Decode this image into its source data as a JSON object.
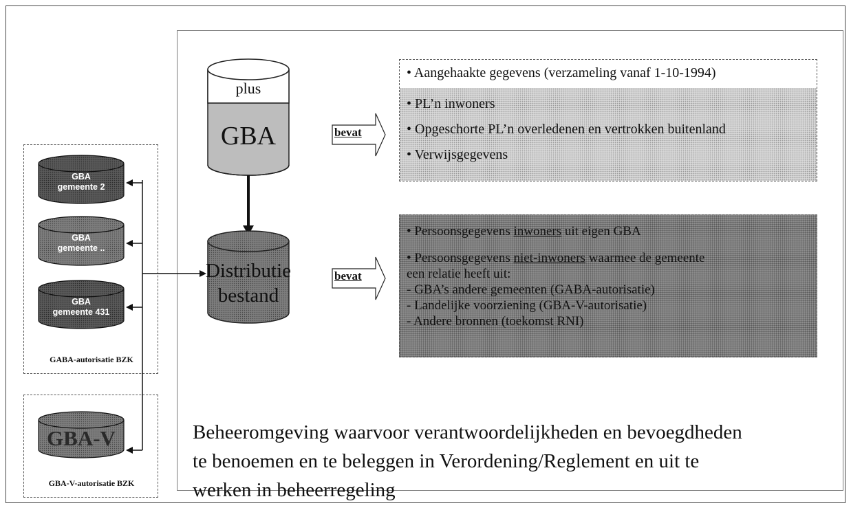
{
  "db_main": {
    "top_label": "plus",
    "main_label": "GBA"
  },
  "db_dist": {
    "line1": "Distributie",
    "line2": "bestand"
  },
  "bevat_label_1": "bevat",
  "bevat_label_2": "bevat",
  "box_top": {
    "header": "• Aangehaakte gegevens (verzameling vanaf 1-10-1994)",
    "items": [
      "• PL’n inwoners",
      "• Opgeschorte PL’n overledenen en vertrokken buitenland",
      "• Verwijsgegevens"
    ]
  },
  "box_bottom": {
    "item1_prefix": "• Persoonsgegevens ",
    "item1_emphasis": "inwoners",
    "item1_suffix": " uit eigen GBA",
    "item2_prefix": "• Persoonsgegevens ",
    "item2_emphasis": "niet-inwoners",
    "item2_suffix": " waarmee de gemeente",
    "item2_line2": "een relatie heeft uit:",
    "subitems": [
      "- GBA’s andere gemeenten (GABA-autorisatie)",
      "- Landelijke voorziening (GBA-V-autorisatie)",
      "- Andere bronnen (toekomst RNI)"
    ]
  },
  "left_dbs": [
    {
      "line1": "GBA",
      "line2": "gemeente 2"
    },
    {
      "line1": "GBA",
      "line2": "gemeente .."
    },
    {
      "line1": "GBA",
      "line2": "gemeente 431"
    }
  ],
  "gaba_caption": "GABA-autorisatie BZK",
  "gbav_label": "GBA-V",
  "gbav_caption": "GBA-V-autorisatie BZK",
  "paragraph": [
    "Beheeromgeving waarvoor verantwoordelijkheden en bevoegdheden",
    "te benoemen en te beleggen in Verordening/Reglement en uit te",
    "werken in beheerregeling"
  ]
}
